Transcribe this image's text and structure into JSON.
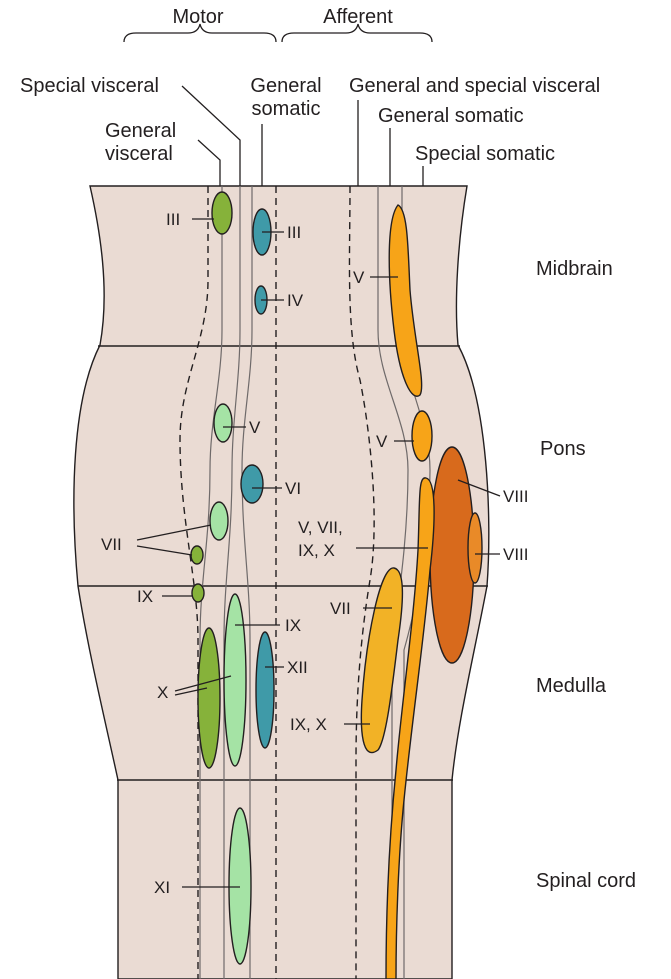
{
  "headers": {
    "motor": "Motor",
    "afferent": "Afferent"
  },
  "column_labels": {
    "special_visceral": "Special visceral",
    "general_somatic_motor_1": "General",
    "general_somatic_motor_2": "somatic",
    "general_visceral_1": "General",
    "general_visceral_2": "visceral",
    "general_special_visceral_afferent": "General and special visceral",
    "general_somatic_afferent": "General somatic",
    "special_somatic_afferent": "Special somatic"
  },
  "regions": {
    "midbrain": "Midbrain",
    "pons": "Pons",
    "medulla": "Medulla",
    "spinal_cord": "Spinal cord"
  },
  "nuclei": {
    "iii_gv": "III",
    "iii_gs": "III",
    "iv": "IV",
    "v_afferent_midbrain": "V",
    "v_motor": "V",
    "v_afferent_pons": "V",
    "vi": "VI",
    "viii_outer": "VIII",
    "viii_inner": "VIII",
    "vii_motor": "VII",
    "v_vii_ix_x_line1": "V, VII,",
    "v_vii_ix_x_line2": "IX, X",
    "ix_gv": "IX",
    "ix_sv": "IX",
    "vii_afferent": "VII",
    "xii": "XII",
    "x_motor": "X",
    "ix_x_afferent": "IX, X",
    "xi": "XI"
  },
  "colors": {
    "background": "#eadbd3",
    "general_visceral_motor": "#86b23a",
    "special_visceral_motor": "#a5e3a5",
    "general_somatic_motor": "#3f9aa8",
    "general_visceral_afferent": "#f2b226",
    "general_somatic_afferent": "#f7a418",
    "special_somatic_afferent": "#d86a1c"
  }
}
